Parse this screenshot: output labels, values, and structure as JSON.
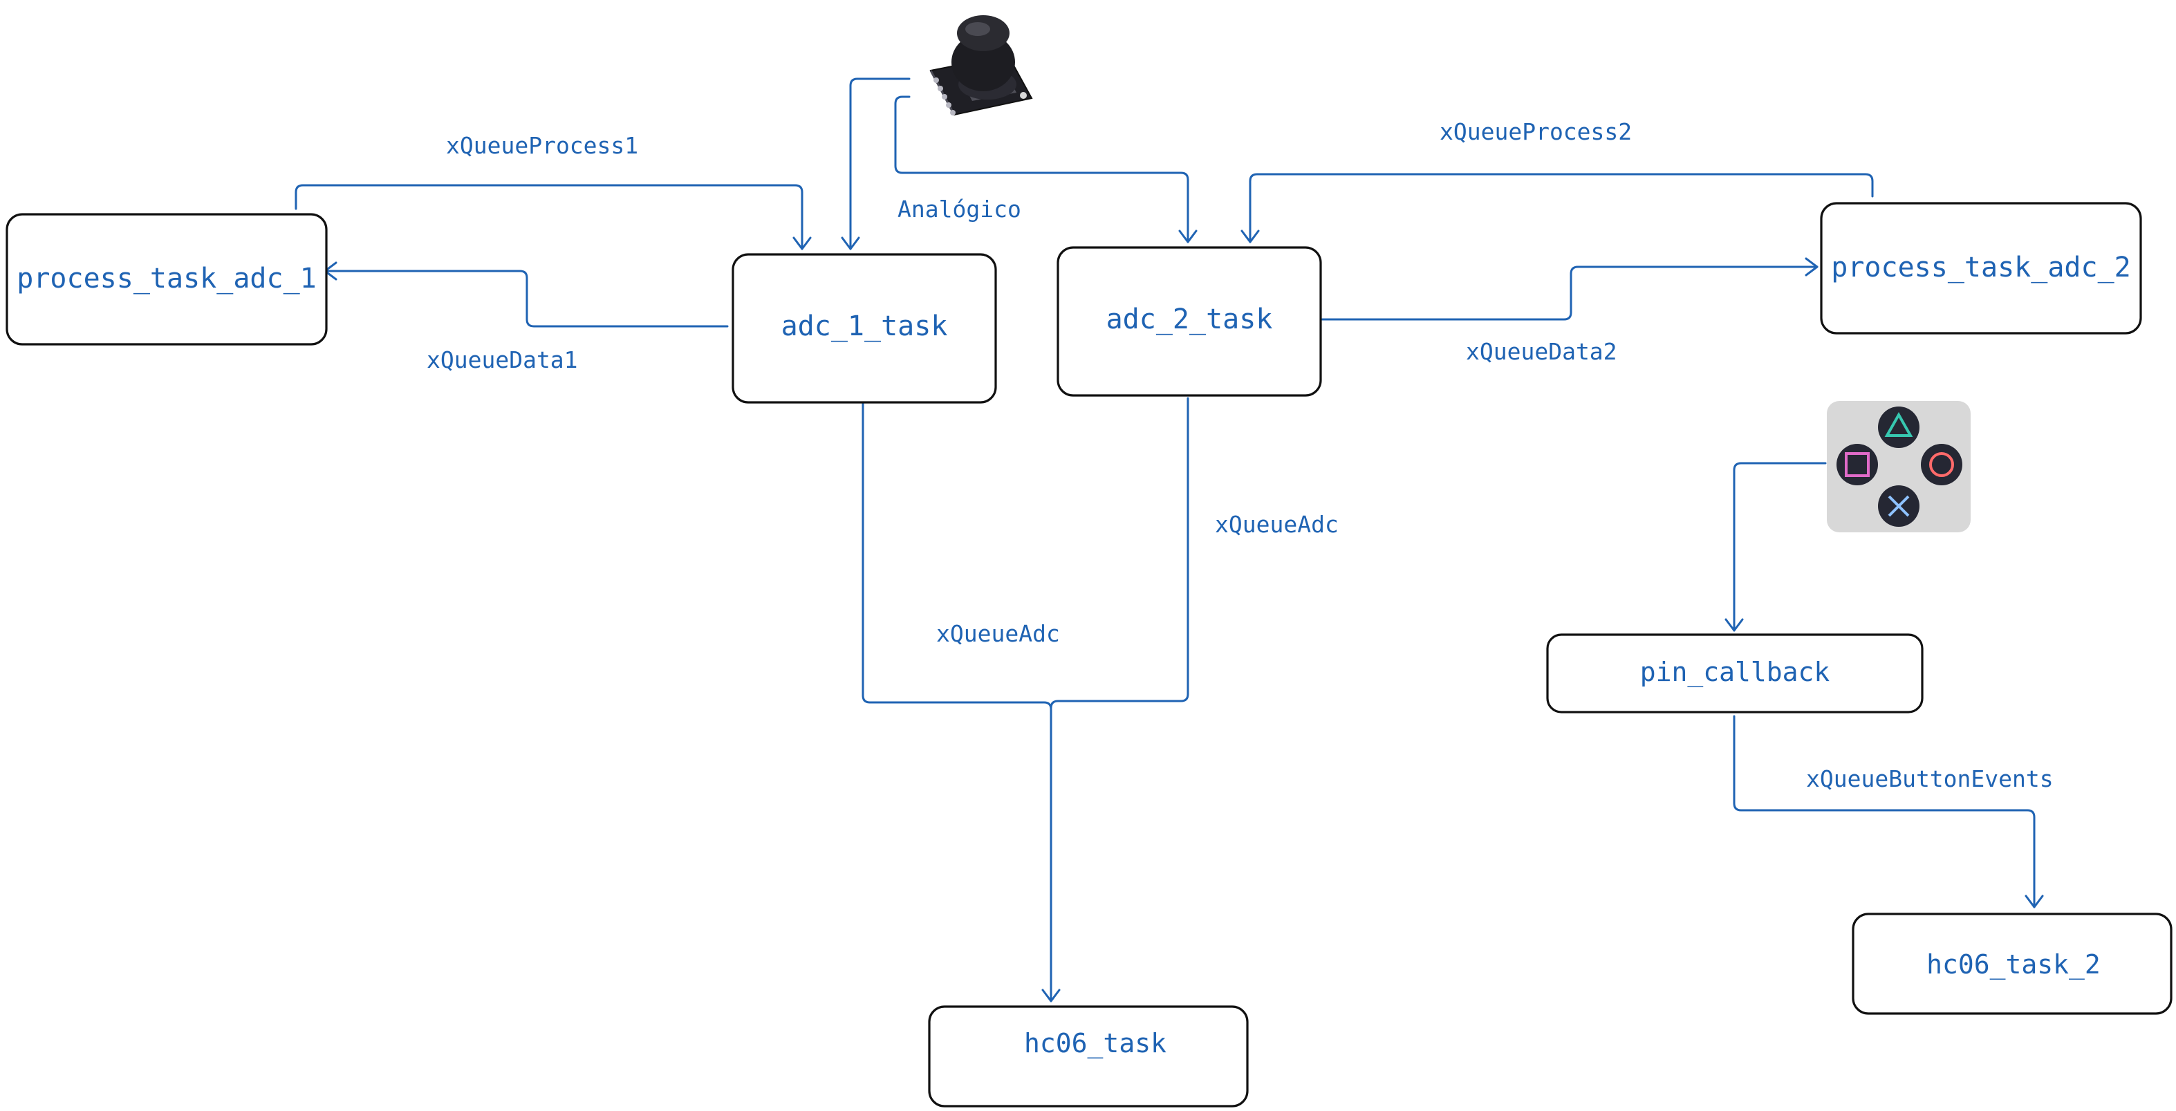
{
  "colors": {
    "accent": "#1f63b3",
    "box_border": "#111111",
    "background": "#ffffff"
  },
  "nodes": {
    "process_task_adc_1": "process_task_adc_1",
    "adc_1_task": "adc_1_task",
    "adc_2_task": "adc_2_task",
    "process_task_adc_2": "process_task_adc_2",
    "pin_callback": "pin_callback",
    "hc06_task": "hc06_task",
    "hc06_task_2": "hc06_task_2"
  },
  "edges": {
    "xQueueProcess1": "xQueueProcess1",
    "xQueueData1": "xQueueData1",
    "analogico": "Analógico",
    "xQueueProcess2": "xQueueProcess2",
    "xQueueData2": "xQueueData2",
    "xQueueAdc_left": "xQueueAdc",
    "xQueueAdc_right": "xQueueAdc",
    "xQueueButtonEvents": "xQueueButtonEvents"
  },
  "images": {
    "joystick": "joystick-module-icon",
    "buttons": "gamepad-face-buttons-icon"
  }
}
